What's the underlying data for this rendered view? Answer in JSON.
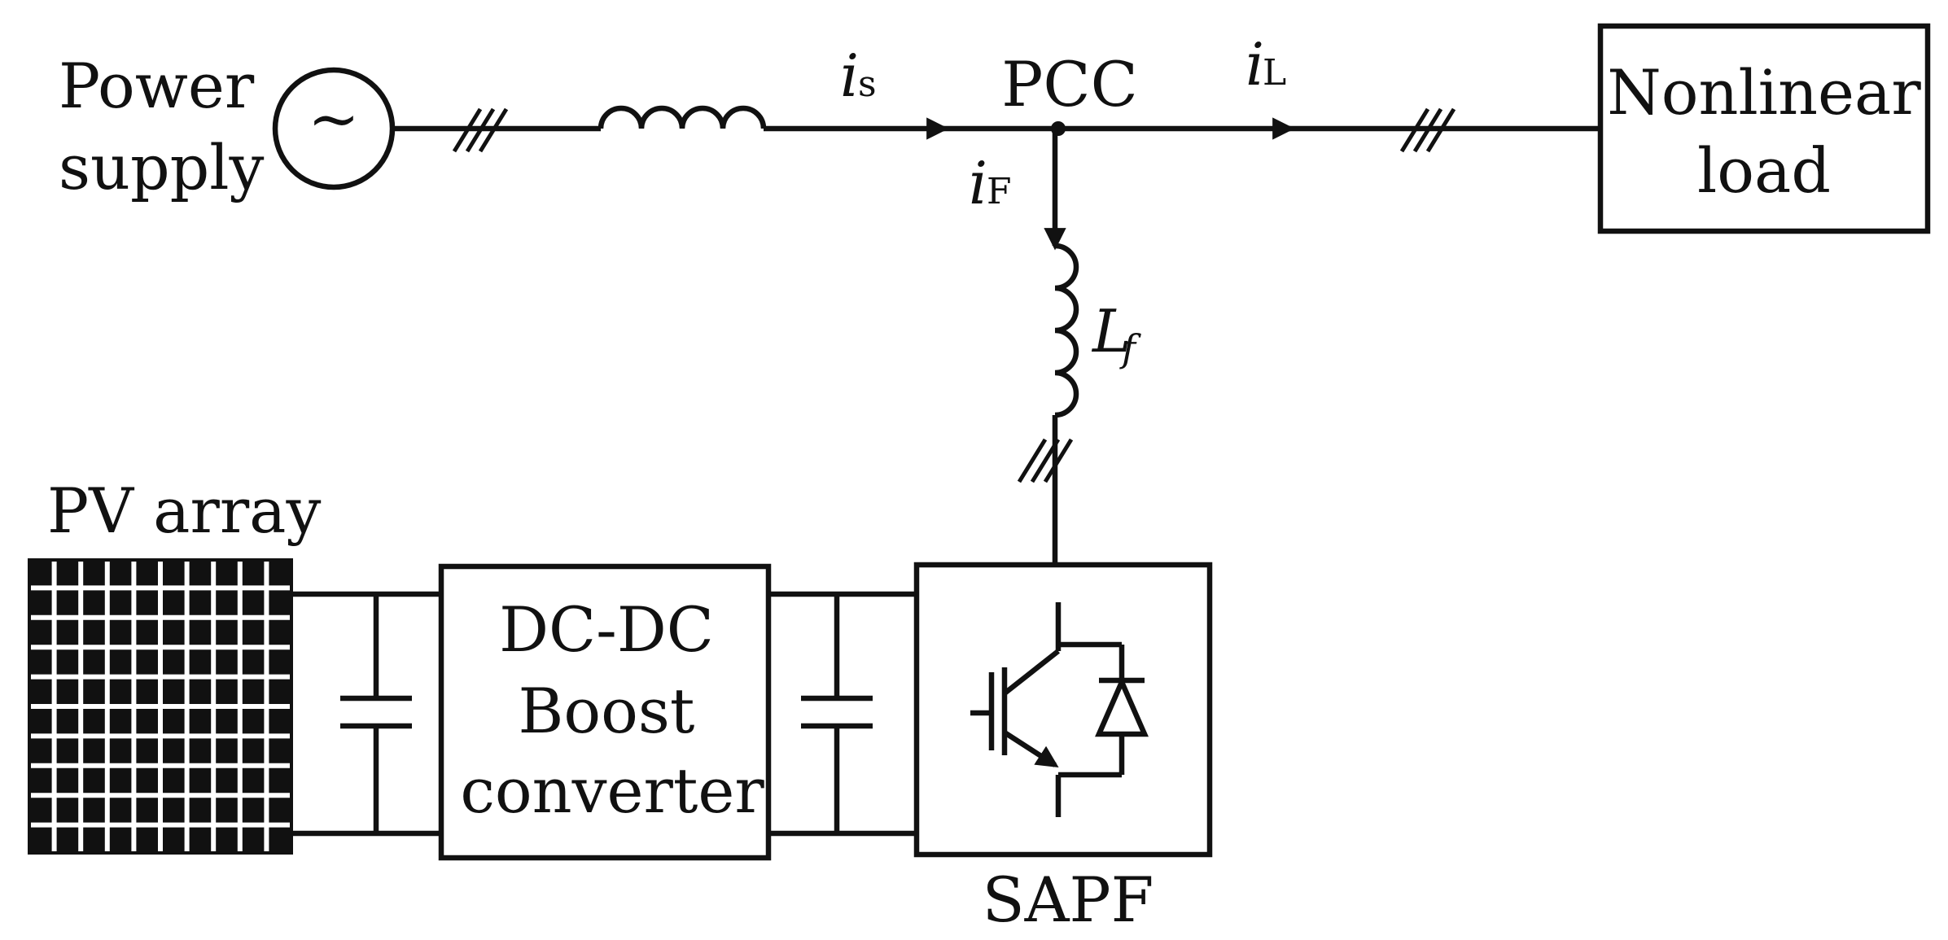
{
  "labels": {
    "source_line1": "Power",
    "source_line2": "supply",
    "source_symbol": "~",
    "pcc": "PCC",
    "load_line1": "Nonlinear",
    "load_line2": "load",
    "pv": "PV array",
    "boost_line1": "DC-DC",
    "boost_line2": "Boost",
    "boost_line3": "converter",
    "sapf": "SAPF"
  },
  "currents": {
    "source": {
      "symbol": "i",
      "subscript": "s"
    },
    "load": {
      "symbol": "i",
      "subscript": "L"
    },
    "filter": {
      "symbol": "i",
      "subscript": "F"
    }
  },
  "inductor": {
    "symbol": "L",
    "subscript": "f"
  }
}
